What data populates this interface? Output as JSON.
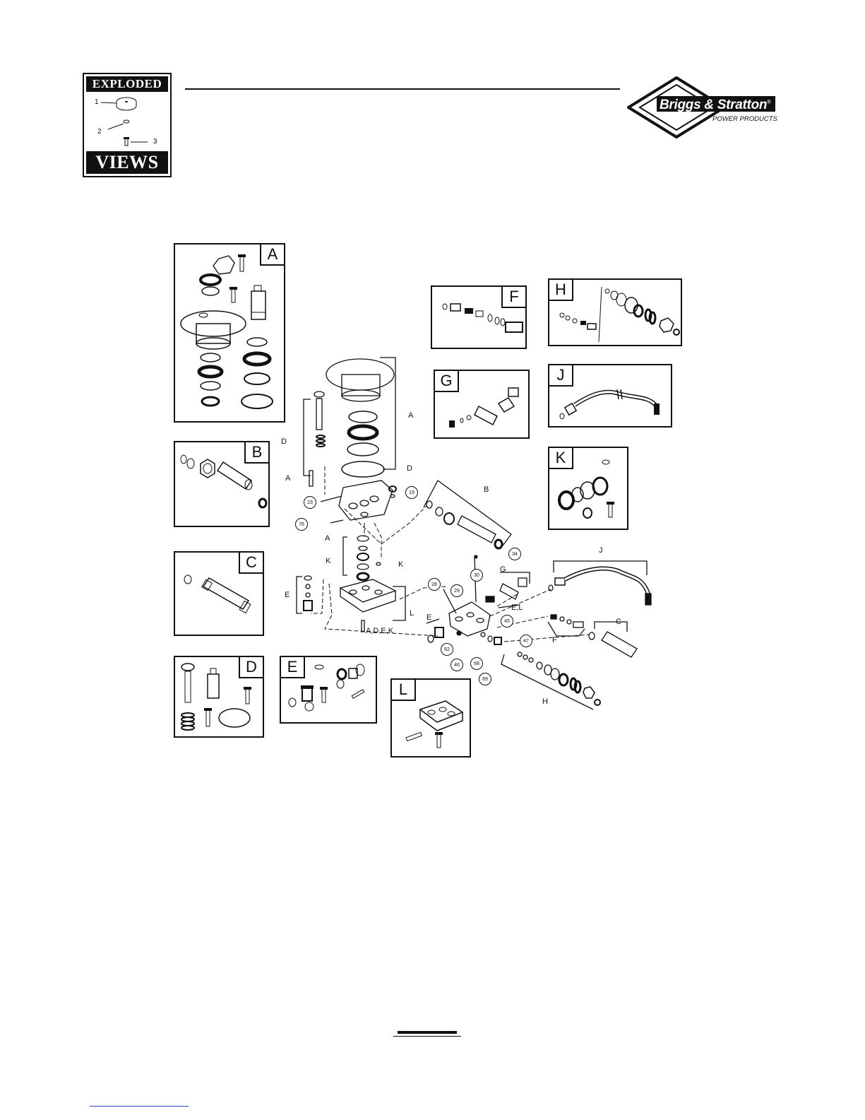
{
  "badge": {
    "top_text": "EXPLODED",
    "bottom_text": "VIEWS",
    "callouts": [
      "1",
      "2",
      "3"
    ]
  },
  "brand": {
    "name": "Briggs & Stratton",
    "reg_mark": "®",
    "tagline": "POWER PRODUCTS"
  },
  "kit_panels": [
    "A",
    "B",
    "C",
    "D",
    "E",
    "F",
    "G",
    "H",
    "J",
    "K",
    "L"
  ],
  "diagram": {
    "letter_callouts": {
      "D_left": "D",
      "A_top": "A",
      "D_ring": "D",
      "A_left": "A",
      "B": "B",
      "A_mid": "A",
      "K_left": "K",
      "K_right": "K",
      "E_left": "E",
      "L": "L",
      "ADEK": "A,D,E,K",
      "G": "G",
      "EL": "E,L",
      "J": "J",
      "E_mid": "E",
      "F": "F",
      "C": "C",
      "H": "H"
    },
    "numbered_callouts": {
      "n19": "19",
      "n23": "23",
      "n76": "76",
      "n30": "30",
      "n34": "34",
      "n28": "28",
      "n29": "29",
      "n45": "45",
      "n47": "47",
      "n62": "62",
      "n46": "46",
      "n68": "68",
      "n69": "69"
    }
  }
}
